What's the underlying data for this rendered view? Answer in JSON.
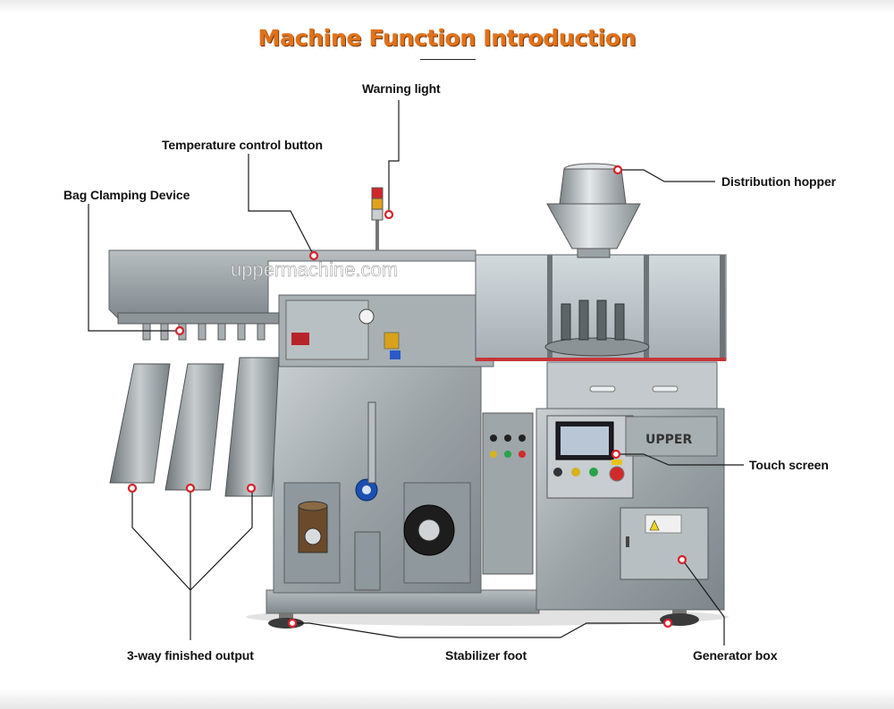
{
  "title": "Machine Function Introduction",
  "watermark": "uppermachine.com",
  "brand_panel": "UPPER",
  "labels": {
    "warning_light": "Warning light",
    "temperature_control_button": "Temperature control button",
    "bag_clamping_device": "Bag Clamping Device",
    "distribution_hopper": "Distribution hopper",
    "touch_screen": "Touch screen",
    "three_way_output": "3-way finished output",
    "stabilizer_foot": "Stabilizer foot",
    "generator_box": "Generator box"
  },
  "colors": {
    "title": "#e0721a",
    "callout_line": "#1a1a1a",
    "marker": "#d8222a",
    "steel": "#9aa3a8"
  }
}
